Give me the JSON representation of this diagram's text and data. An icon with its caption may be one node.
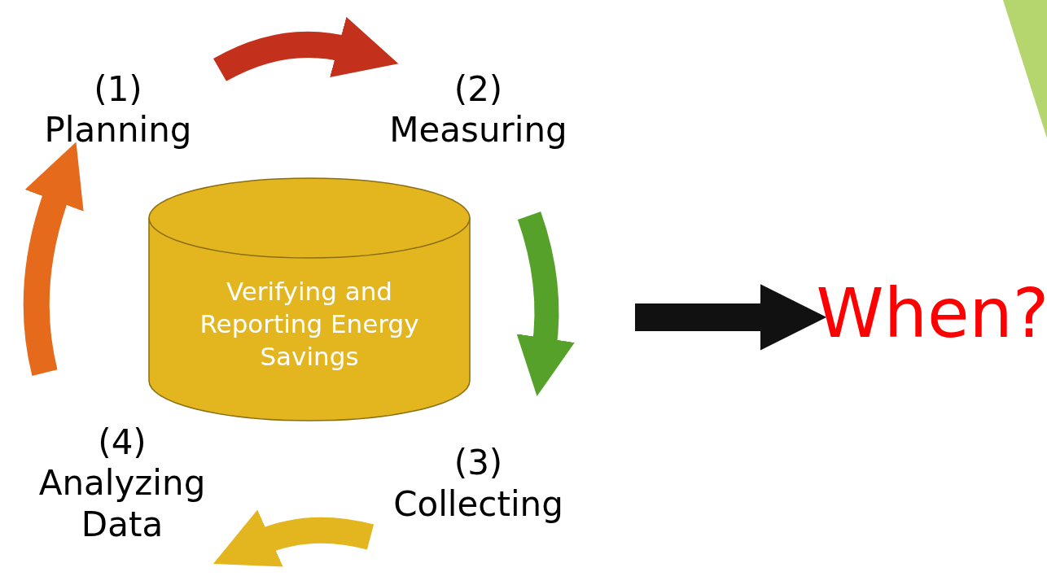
{
  "diagram": {
    "nodes": [
      {
        "text": [
          "(1) Planning"
        ]
      },
      {
        "text": [
          "(2) Measuring"
        ]
      },
      {
        "text": [
          "Verifying and Reporting Energy Savings"
        ]
      },
      {
        "text": [
          "(3) Collecting"
        ]
      },
      {
        "text": [
          "(4) Analyzing Data"
        ]
      },
      {
        "text": [
          "When?"
        ]
      }
    ],
    "edges": [
      {
        "from": 0,
        "to": 1,
        "arrow": "to",
        "color": "#c3301c"
      },
      {
        "from": 1,
        "to": 3,
        "arrow": "to",
        "color": "#55a12a"
      },
      {
        "from": 3,
        "to": 4,
        "arrow": "to",
        "color": "#e3b620"
      },
      {
        "from": 4,
        "to": 0,
        "arrow": "to",
        "color": "#e56a1b"
      },
      {
        "from": null,
        "to": 5,
        "arrow": "to",
        "color": "#111111"
      }
    ]
  }
}
